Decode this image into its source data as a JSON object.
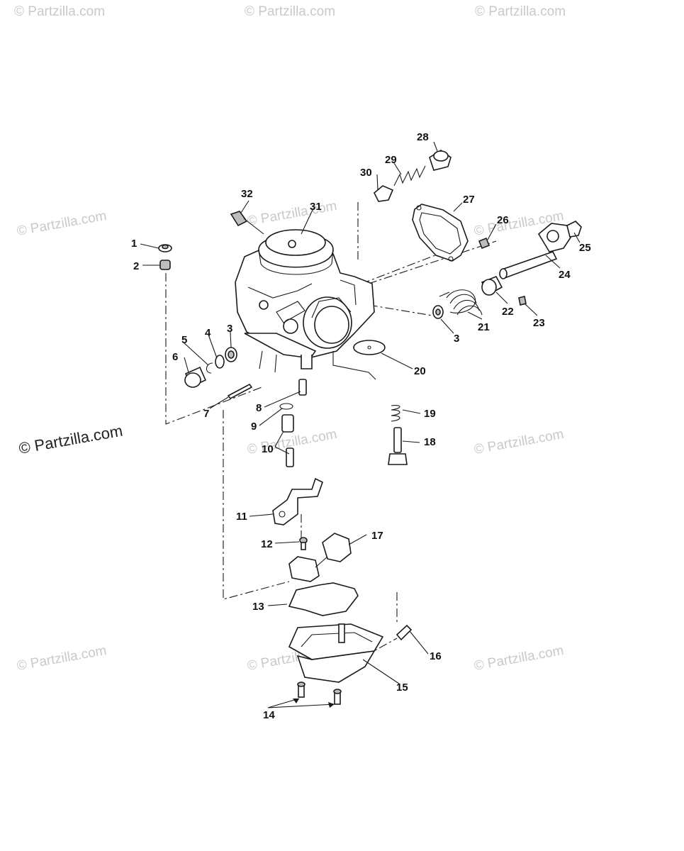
{
  "watermark": {
    "faint_text": "© Partzilla.com",
    "main_text": "© Partzilla.com"
  },
  "parts": [
    {
      "id": "p1",
      "label": "1"
    },
    {
      "id": "p2",
      "label": "2"
    },
    {
      "id": "p3a",
      "label": "3"
    },
    {
      "id": "p3b",
      "label": "3"
    },
    {
      "id": "p4",
      "label": "4"
    },
    {
      "id": "p5",
      "label": "5"
    },
    {
      "id": "p6",
      "label": "6"
    },
    {
      "id": "p7",
      "label": "7"
    },
    {
      "id": "p8",
      "label": "8"
    },
    {
      "id": "p9",
      "label": "9"
    },
    {
      "id": "p10",
      "label": "10"
    },
    {
      "id": "p11",
      "label": "11"
    },
    {
      "id": "p12",
      "label": "12"
    },
    {
      "id": "p13",
      "label": "13"
    },
    {
      "id": "p14",
      "label": "14"
    },
    {
      "id": "p15",
      "label": "15"
    },
    {
      "id": "p16",
      "label": "16"
    },
    {
      "id": "p17",
      "label": "17"
    },
    {
      "id": "p18",
      "label": "18"
    },
    {
      "id": "p19",
      "label": "19"
    },
    {
      "id": "p20",
      "label": "20"
    },
    {
      "id": "p21",
      "label": "21"
    },
    {
      "id": "p22",
      "label": "22"
    },
    {
      "id": "p23",
      "label": "23"
    },
    {
      "id": "p24",
      "label": "24"
    },
    {
      "id": "p25",
      "label": "25"
    },
    {
      "id": "p26",
      "label": "26"
    },
    {
      "id": "p27",
      "label": "27"
    },
    {
      "id": "p28",
      "label": "28"
    },
    {
      "id": "p29",
      "label": "29"
    },
    {
      "id": "p30",
      "label": "30"
    },
    {
      "id": "p31",
      "label": "31"
    },
    {
      "id": "p32",
      "label": "32"
    }
  ]
}
